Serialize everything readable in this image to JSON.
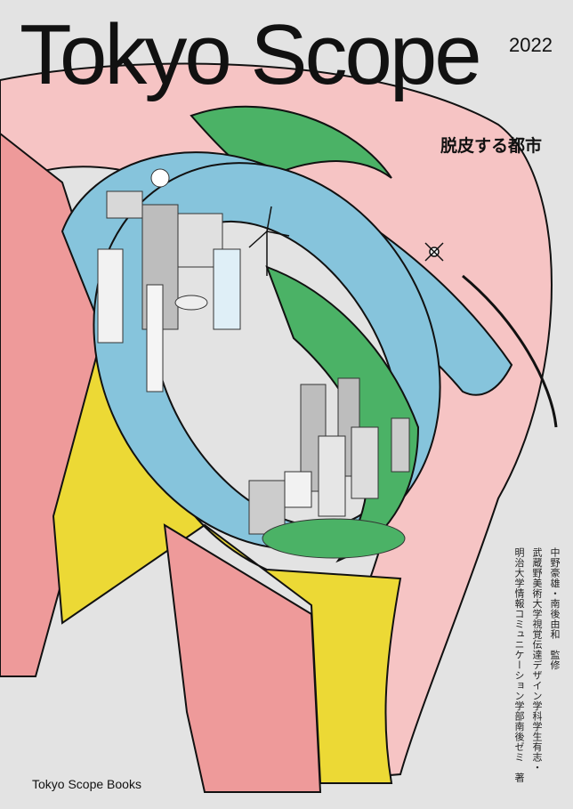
{
  "cover": {
    "title": "Tokyo Scope",
    "year": "2022",
    "subtitle": "脱皮する都市",
    "credits": [
      "中野豪雄・南後由和　監修",
      "武蔵野美術大学視覚伝達デザイン学科学生有志・",
      "明治大学情報コミュニケーション学部南後ゼミ　著"
    ],
    "publisher": "Tokyo Scope Books"
  },
  "colors": {
    "background": "#e3e3e3",
    "pink": "#f6c4c4",
    "salmon": "#ee9a9a",
    "yellow": "#ecd935",
    "green": "#4bb266",
    "blue": "#86c4dc"
  }
}
